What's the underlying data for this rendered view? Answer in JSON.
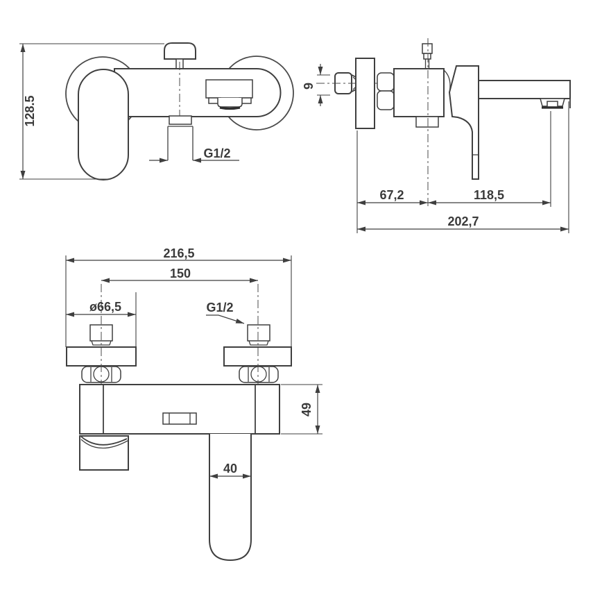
{
  "colors": {
    "line": "#3f3f3f",
    "background": "#ffffff"
  },
  "front_view": {
    "height_dim": "128.5",
    "outlet_thread_label": "G1/2"
  },
  "side_view": {
    "hose_connector_dim": "9",
    "wall_to_valve_axis_dim": "67,2",
    "valve_axis_to_spout_dim": "118,5",
    "overall_depth_dim": "202,7"
  },
  "bottom_view": {
    "overall_width_dim": "216,5",
    "inlet_centers_dim": "150",
    "escutcheon_diameter_dim": "ø66,5",
    "inlet_thread_label": "G1/2",
    "body_height_dim": "49",
    "handle_width_dim": "40"
  }
}
